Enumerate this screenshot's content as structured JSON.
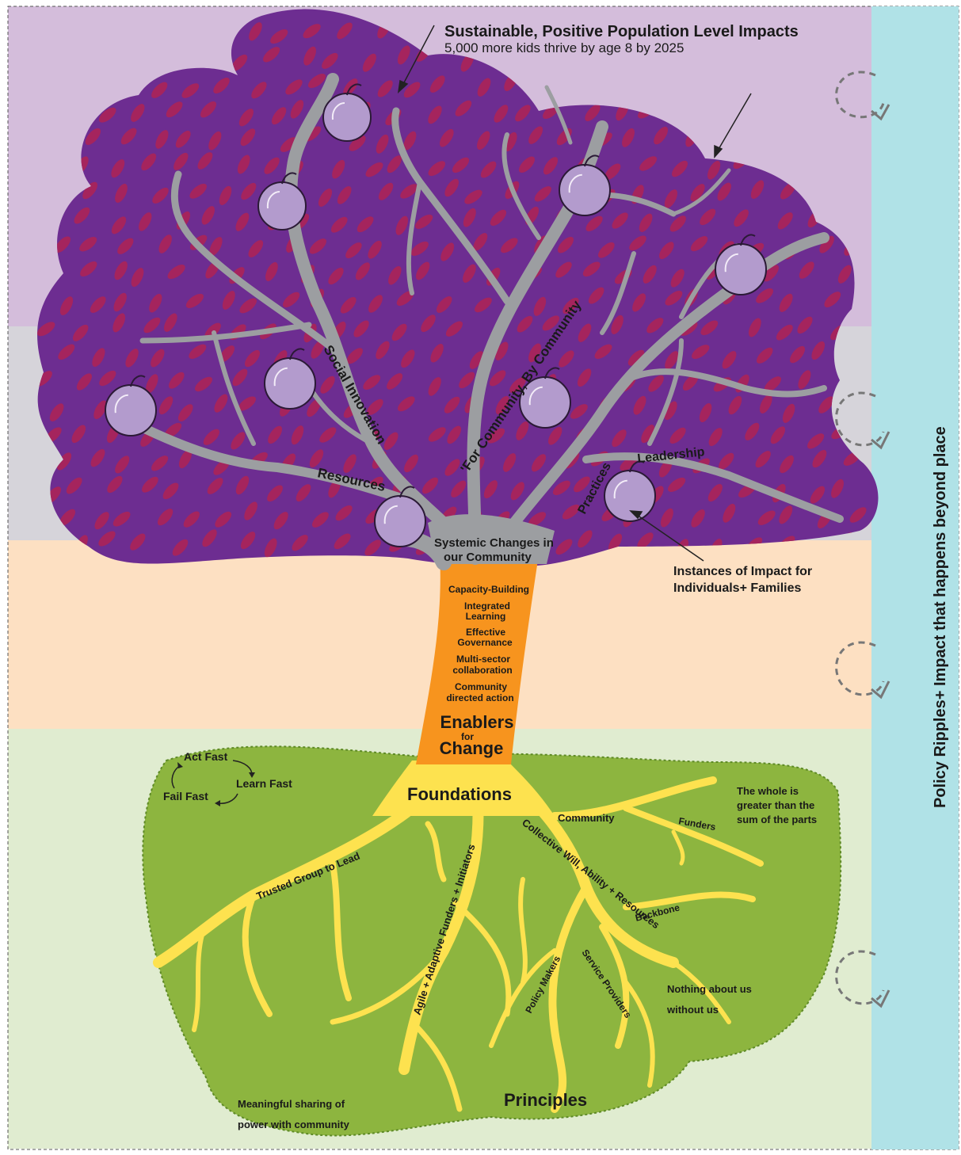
{
  "top": {
    "title": "Sustainable, Positive Population Level Impacts",
    "subtitle": "5,000 more kids thrive by age 8 by 2025"
  },
  "side_label": "Policy Ripples+ Impact that happens beyond place",
  "branches": {
    "social_innovation": "Social Innovation",
    "resources": "Resources",
    "for_community": "'For Community, By Community",
    "practices": "Practices",
    "leadership": "Leadership",
    "systemic_1": "Systemic Changes in",
    "systemic_2": "our Community"
  },
  "impact_note": {
    "line1": "Instances of Impact for",
    "line2": "Individuals+ Families"
  },
  "trunk": {
    "items": [
      "Capacity-Building",
      "Integrated",
      "Learning",
      "Effective",
      "Governance",
      "Multi-sector",
      "collaboration",
      "Community",
      "directed action"
    ],
    "enablers": "Enablers",
    "for": "for",
    "change": "Change"
  },
  "roots": {
    "foundations": "Foundations",
    "trusted_group": "Trusted Group to Lead",
    "agile": "Agile + Adaptive Funders + Initiators",
    "collective": "Collective Will, Ability + Resources",
    "community": "Community",
    "funders": "Funders",
    "backbone": "Backbone",
    "policy_makers": "Policy Makers",
    "service_providers": "Service Providers"
  },
  "cycle": {
    "act": "Act Fast",
    "learn": "Learn Fast",
    "fail": "Fail Fast"
  },
  "principles": {
    "label": "Principles",
    "whole_1": "The whole is",
    "whole_2": "greater than the",
    "whole_3": "sum of the parts",
    "nothing_1": "Nothing about us",
    "nothing_2": "without us",
    "meaningful_1": "Meaningful sharing of",
    "meaningful_2": "power with community"
  },
  "colors": {
    "band_top": "#d4bddb",
    "band_grey": "#d6d4da",
    "band_peach": "#fde0c2",
    "band_green": "#e0ecd0",
    "side_bar": "#b0e2e7",
    "canopy": "#6d2d91",
    "leaf": "#a5245d",
    "branch": "#9c9ea1",
    "apple": "#b39bcd",
    "trunk": "#f7941e",
    "root_zone": "#8db53f",
    "root": "#fde24f"
  }
}
